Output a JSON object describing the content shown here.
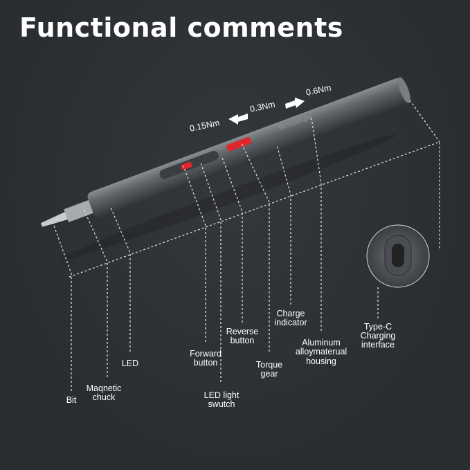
{
  "title": "Functional comments",
  "brand": "WmsWqiu",
  "torque": {
    "low": "0.15Nm",
    "mid": "0.3Nm",
    "high": "0.6Nm"
  },
  "labels": {
    "bit": [
      "Bit"
    ],
    "magnetic_chuck": [
      "Maqnetic",
      "chuck"
    ],
    "led": [
      "LED"
    ],
    "forward_button": [
      "Forward",
      "button"
    ],
    "led_light_switch": [
      "LED light",
      "swutch"
    ],
    "reverse_button": [
      "Reverse",
      "button"
    ],
    "torque_gear": [
      "Torque",
      "gear"
    ],
    "charge_indicator": [
      "Charge",
      "indicator"
    ],
    "housing": [
      "Aluminum",
      "alloymaterual",
      "housing"
    ],
    "type_c": [
      "Type-C",
      "Charging",
      "interface"
    ]
  },
  "colors": {
    "background": "#2b2e32",
    "body": "#5d6166",
    "accent": "#e0262b"
  }
}
